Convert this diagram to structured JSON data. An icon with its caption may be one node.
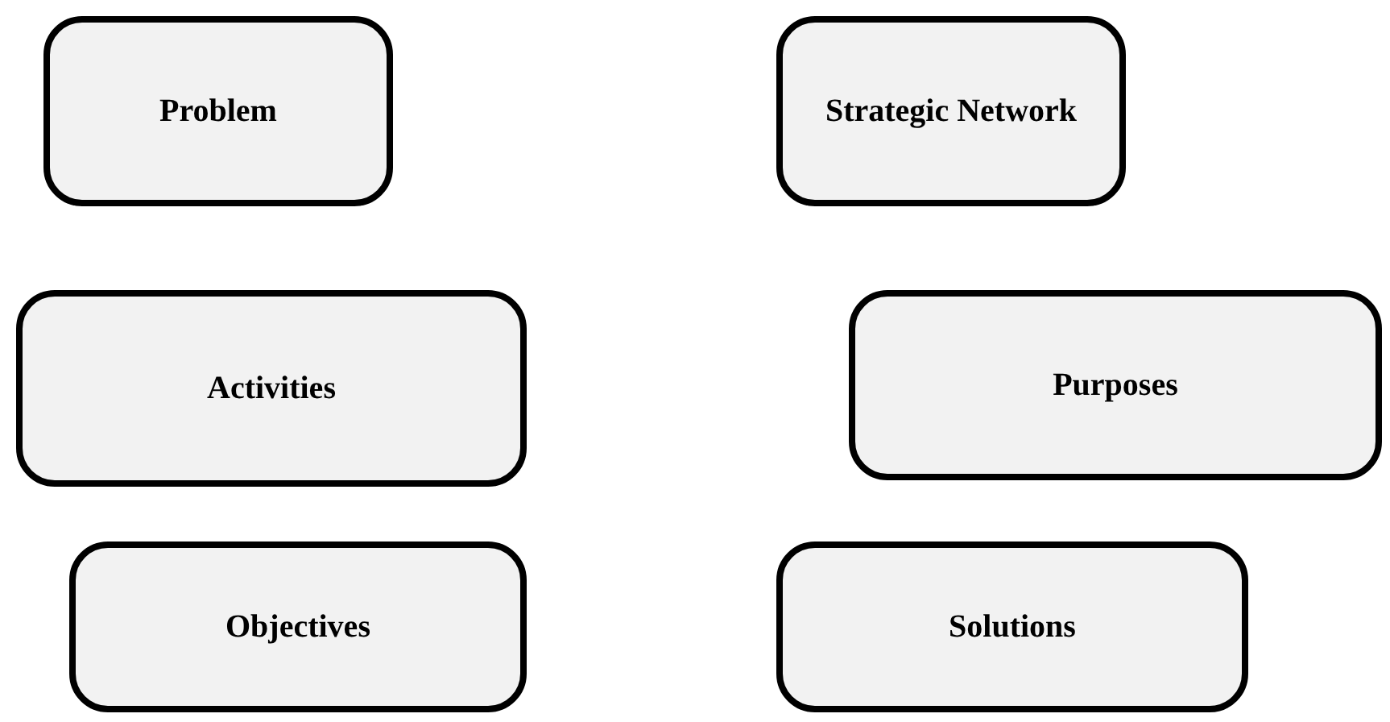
{
  "diagram": {
    "nodes": [
      {
        "text": [
          "Problem"
        ]
      },
      {
        "text": [
          "Strategic Network"
        ]
      },
      {
        "text": [
          "Activities"
        ]
      },
      {
        "text": [
          "Purposes"
        ]
      },
      {
        "text": [
          "Objectives"
        ]
      },
      {
        "text": [
          "Solutions"
        ]
      }
    ]
  }
}
